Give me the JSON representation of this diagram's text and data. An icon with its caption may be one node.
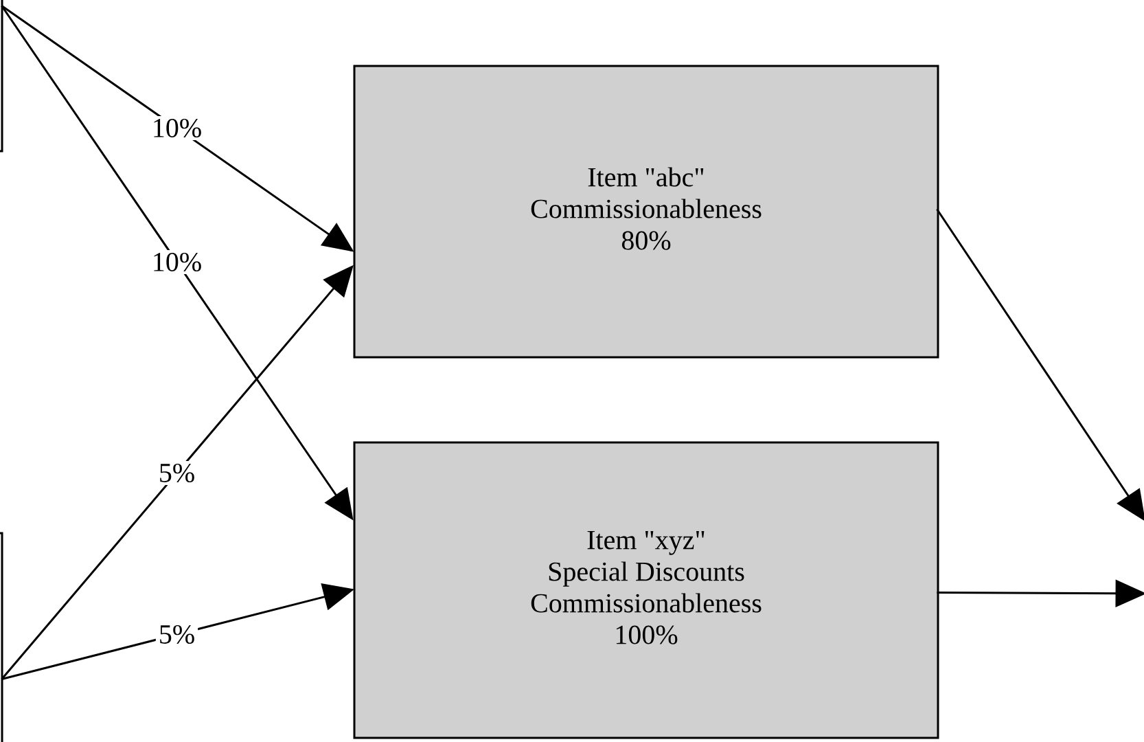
{
  "diagram": {
    "nodes": [
      {
        "text": [],
        "shape": "box"
      },
      {
        "text": [],
        "shape": "box"
      },
      {
        "text": [
          "Item \"abc\"",
          "Commissionableness",
          "80%"
        ]
      },
      {
        "text": [
          "Item \"xyz\"",
          "Special Discounts",
          "Commissionableness",
          "100%"
        ]
      }
    ],
    "edges": [
      {
        "from": 0,
        "to": 2,
        "arrow": "to",
        "label": "10%"
      },
      {
        "from": 0,
        "to": 3,
        "arrow": "to",
        "label": "10%"
      },
      {
        "from": 1,
        "to": 2,
        "arrow": "to",
        "label": "5%"
      },
      {
        "from": 1,
        "to": 3,
        "arrow": "to",
        "label": "5%"
      },
      {
        "from": 2,
        "to": null,
        "arrow": "to"
      },
      {
        "from": 3,
        "to": null,
        "arrow": "to"
      }
    ]
  }
}
